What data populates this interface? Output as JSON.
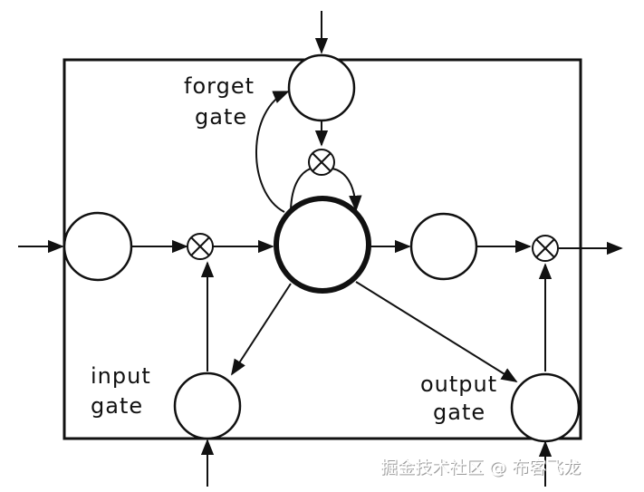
{
  "labels": {
    "forget_gate": [
      "forget",
      "gate"
    ],
    "input_gate": [
      "input",
      "gate"
    ],
    "output_gate": [
      "output",
      "gate"
    ]
  },
  "watermark": "掘金技术社区 @ 布客飞龙",
  "colors": {
    "stroke": "#111111",
    "background": "#ffffff"
  }
}
